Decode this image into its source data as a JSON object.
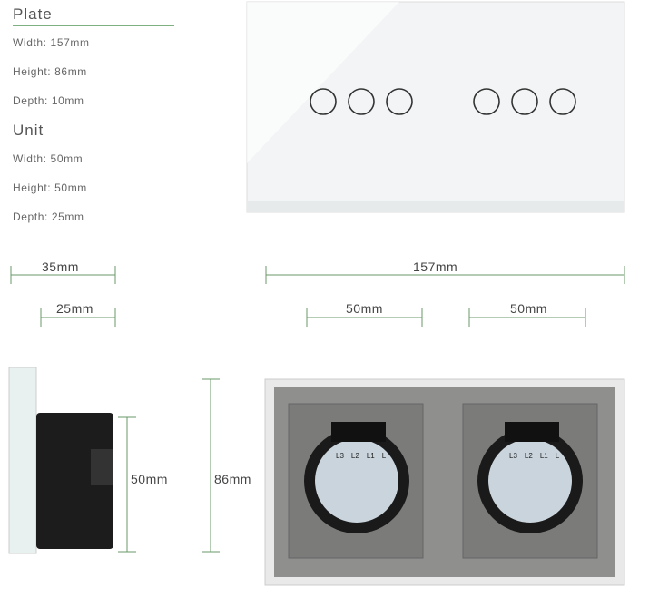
{
  "plate": {
    "heading": "Plate",
    "width": "Width: 157mm",
    "height": "Height: 86mm",
    "depth": "Depth: 10mm"
  },
  "unit": {
    "heading": "Unit",
    "width": "Width: 50mm",
    "height": "Height: 50mm",
    "depth": "Depth: 25mm"
  },
  "dimensions": {
    "depth_total": "35mm",
    "depth_unit": "25mm",
    "plate_width": "157mm",
    "unit_width_left": "50mm",
    "unit_width_right": "50mm",
    "unit_height": "50mm",
    "plate_height": "86mm"
  },
  "terminals": [
    "L3",
    "L2",
    "L1",
    "L"
  ],
  "colors": {
    "rule": "#7fb07f",
    "dimline": "#6a9a6a"
  }
}
